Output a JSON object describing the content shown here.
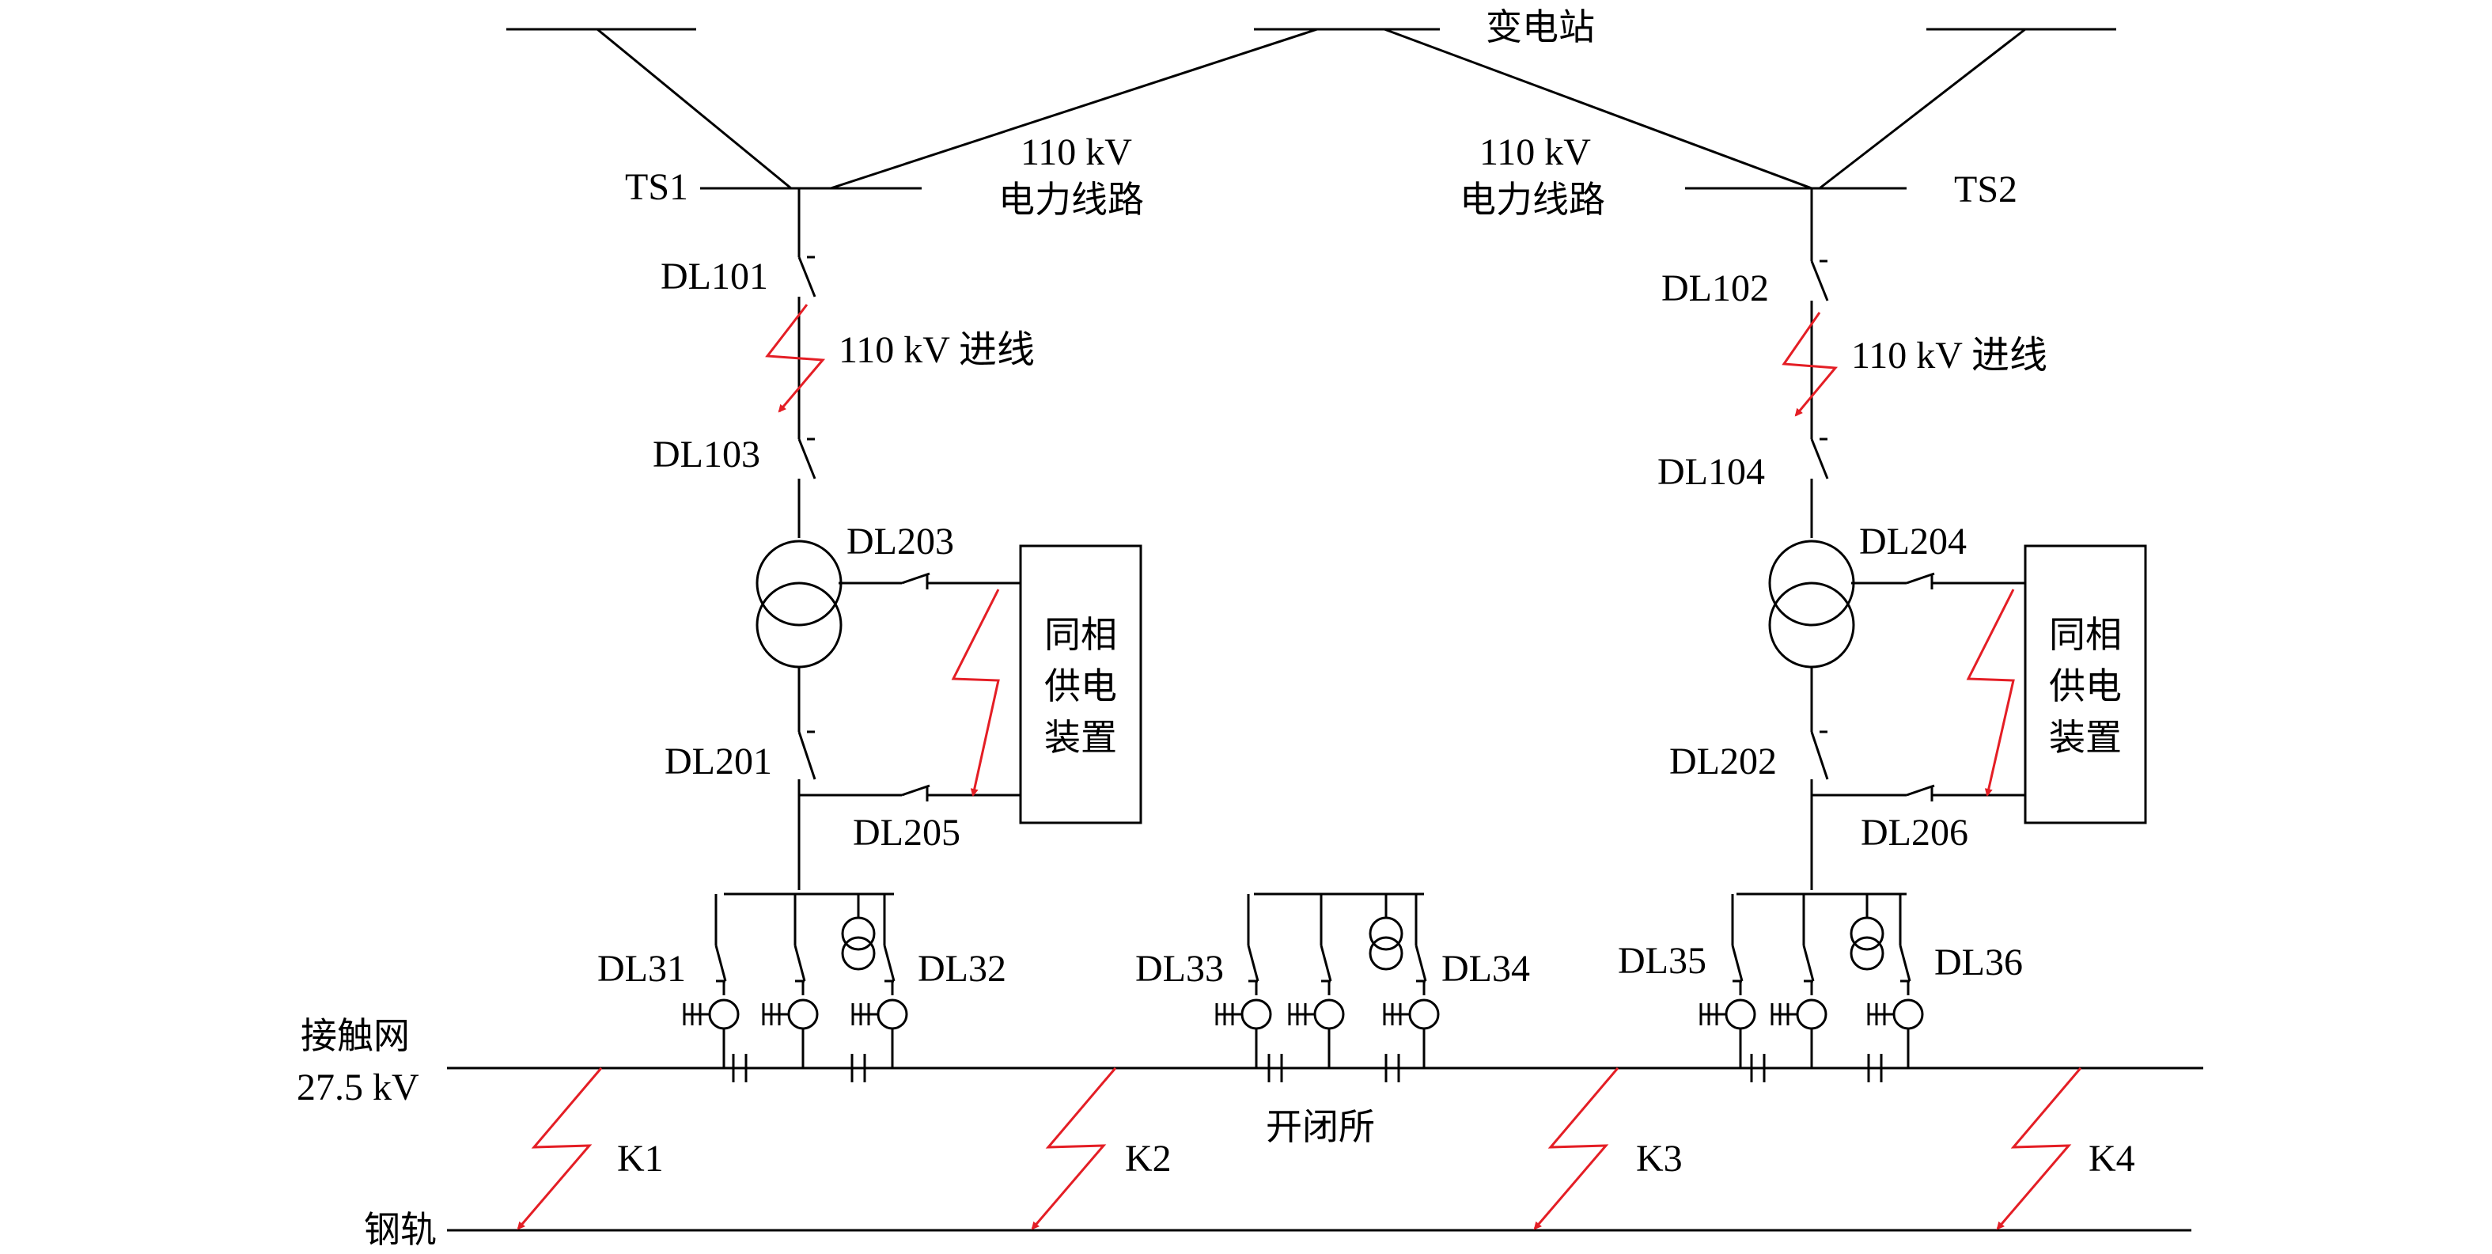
{
  "substation": "变电站",
  "line_labels": [
    {
      "voltage": "110 kV",
      "name": "电力线路"
    },
    {
      "voltage": "110 kV",
      "name": "电力线路"
    }
  ],
  "ts1": "TS1",
  "ts2": "TS2",
  "dl101": "DL101",
  "dl102": "DL102",
  "dl103": "DL103",
  "dl104": "DL104",
  "incoming_left": "110 kV 进线",
  "incoming_right": "110 kV 进线",
  "dl201": "DL201",
  "dl202": "DL202",
  "dl203": "DL203",
  "dl204": "DL204",
  "dl205": "DL205",
  "dl206": "DL206",
  "device_left": [
    "同相",
    "供电",
    "装置"
  ],
  "device_right": [
    "同相",
    "供电",
    "装置"
  ],
  "dl31": "DL31",
  "dl32": "DL32",
  "dl33": "DL33",
  "dl34": "DL34",
  "dl35": "DL35",
  "dl36": "DL36",
  "catenary": [
    "接触网",
    "27.5 kV"
  ],
  "switching_station": "开闭所",
  "rail": "钢轨",
  "faults": [
    "K1",
    "K2",
    "K3",
    "K4"
  ],
  "colors": {
    "line": "#000000",
    "fault": "#e41e25"
  }
}
